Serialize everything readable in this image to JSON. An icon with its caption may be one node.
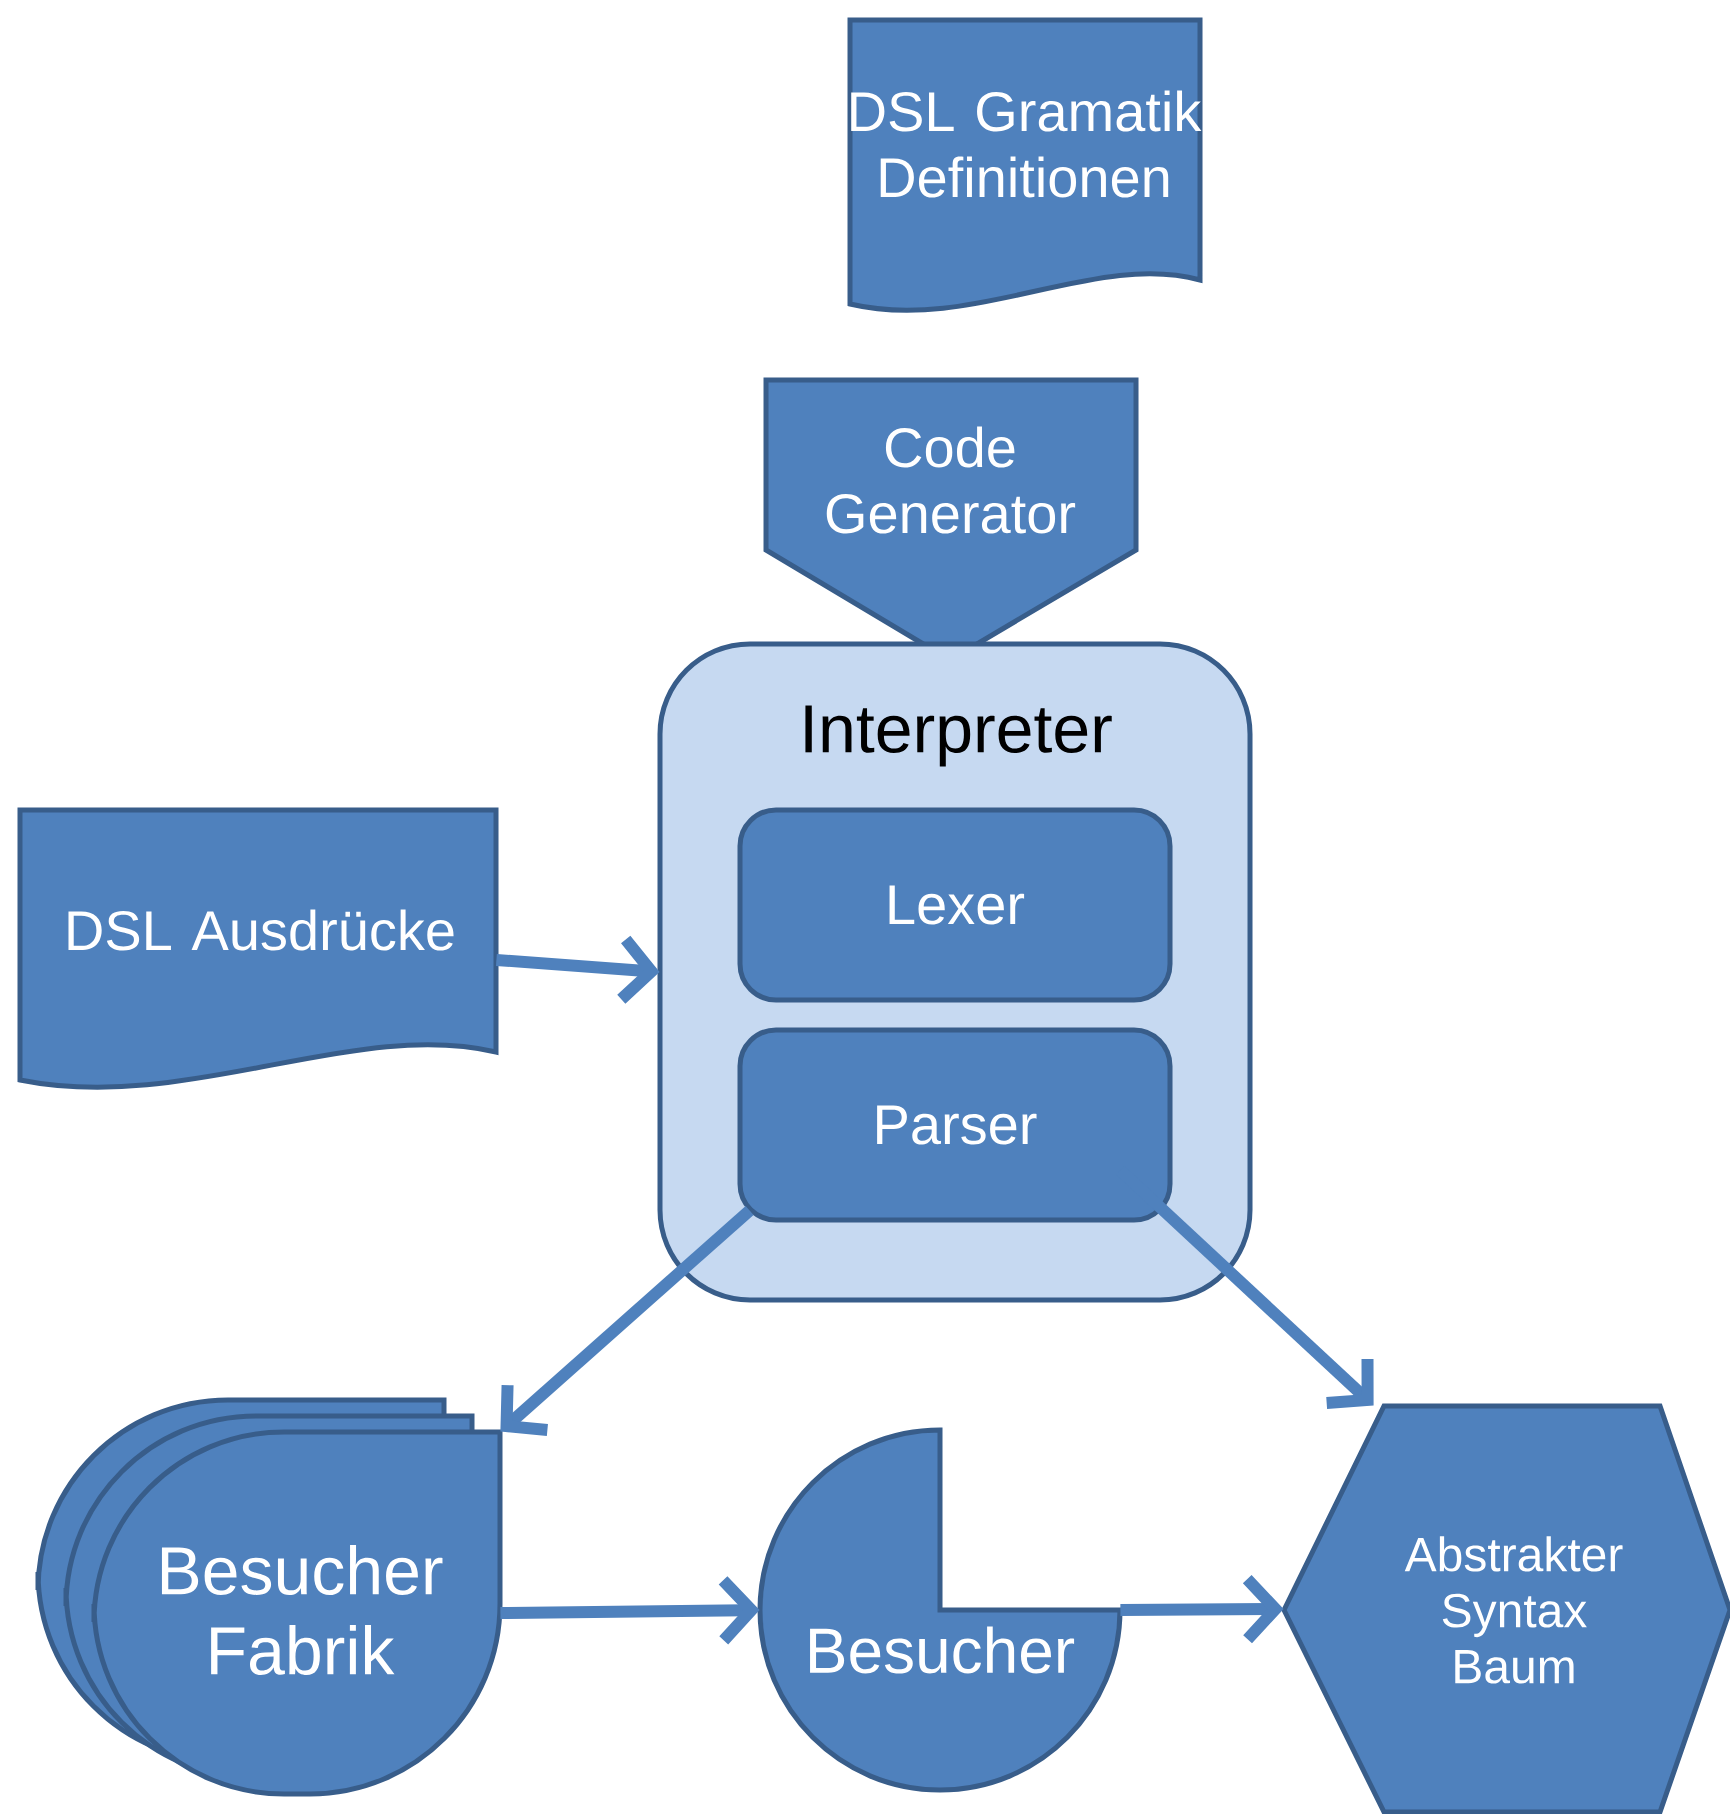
{
  "diagram": {
    "nodes": [
      {
        "text": [
          "DSL Gramatik Definitionen"
        ]
      },
      {
        "text": [
          "Code Generator"
        ]
      },
      {
        "text": [
          "Interpreter"
        ]
      },
      {
        "text": [
          "Lexer"
        ],
        "in": 2
      },
      {
        "text": [
          "Parser"
        ],
        "in": 2
      },
      {
        "text": [
          "DSL Ausdrücke"
        ]
      },
      {
        "text": [
          "Besucher Fabrik"
        ]
      },
      {
        "text": [
          "Besucher"
        ]
      },
      {
        "text": [
          "Abstrakter Syntax Baum"
        ]
      }
    ],
    "edges": [
      {
        "from": 5,
        "to": 2,
        "arrow": "to"
      },
      {
        "from": 4,
        "to": 6,
        "arrow": "to"
      },
      {
        "from": 4,
        "to": 8,
        "arrow": "to"
      },
      {
        "from": 6,
        "to": 7,
        "arrow": "to"
      },
      {
        "from": 7,
        "to": 8,
        "arrow": "to"
      }
    ]
  }
}
